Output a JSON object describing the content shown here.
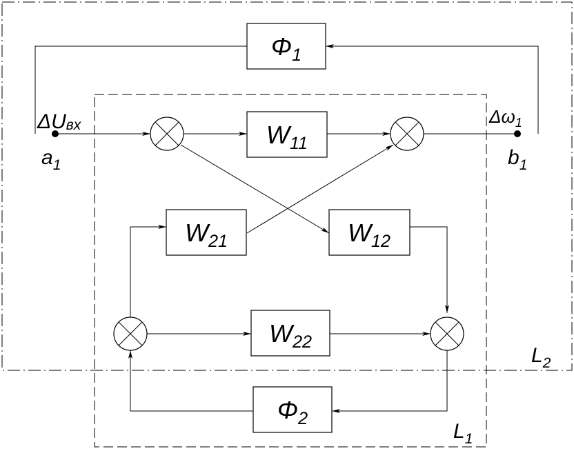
{
  "blocks": {
    "phi1": {
      "main": "Φ",
      "sub": "1"
    },
    "w11": {
      "main": "W",
      "sub": "11"
    },
    "w21": {
      "main": "W",
      "sub": "21"
    },
    "w12": {
      "main": "W",
      "sub": "12"
    },
    "w22": {
      "main": "W",
      "sub": "22"
    },
    "phi2": {
      "main": "Φ",
      "sub": "2"
    }
  },
  "terminals": {
    "input_signal": {
      "main": "ΔU",
      "sub": "вх"
    },
    "output_signal": {
      "main": "Δω",
      "sub": "1"
    },
    "input_node": {
      "main": "a",
      "sub": "1"
    },
    "output_node": {
      "main": "b",
      "sub": "1"
    }
  },
  "frames": {
    "inner": {
      "main": "L",
      "sub": "1"
    },
    "outer": {
      "main": "L",
      "sub": "2"
    }
  }
}
